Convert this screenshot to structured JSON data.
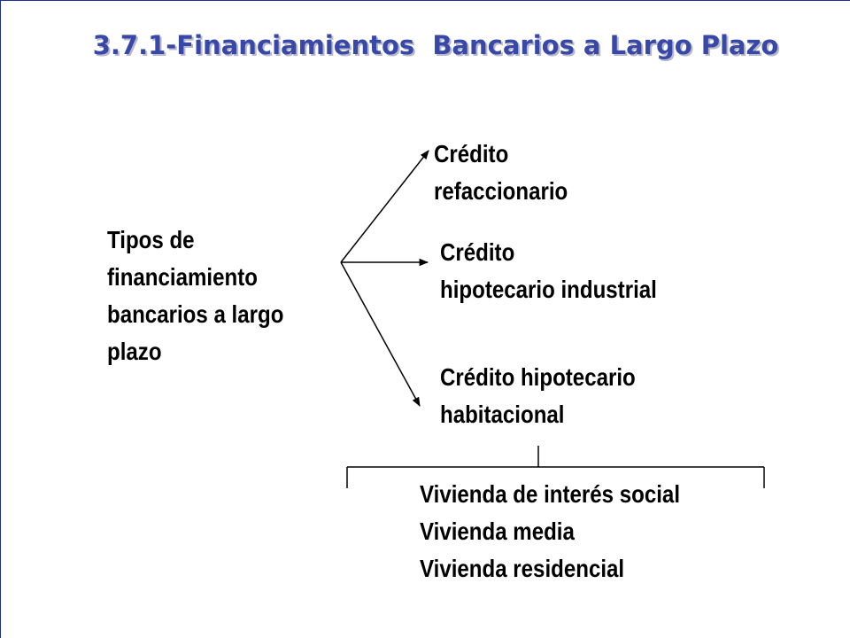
{
  "slide": {
    "title": "3.7.1-Financiamientos  Bancarios a Largo Plazo"
  },
  "diagram": {
    "root": {
      "lines": [
        "Tipos de",
        "financiamiento",
        "bancarios a largo",
        "plazo"
      ]
    },
    "branches": [
      {
        "lines": [
          "Crédito",
          "refaccionario"
        ]
      },
      {
        "lines": [
          "Crédito",
          "hipotecario industrial"
        ]
      },
      {
        "lines": [
          "Crédito hipotecario",
          "habitacional"
        ]
      }
    ],
    "sub_items": {
      "lines": [
        "Vivienda de interés social",
        "Vivienda media",
        "Vivienda residencial"
      ]
    }
  },
  "colors": {
    "title": "#3848a8",
    "text": "#000000",
    "frame": "#1f2f8a"
  }
}
